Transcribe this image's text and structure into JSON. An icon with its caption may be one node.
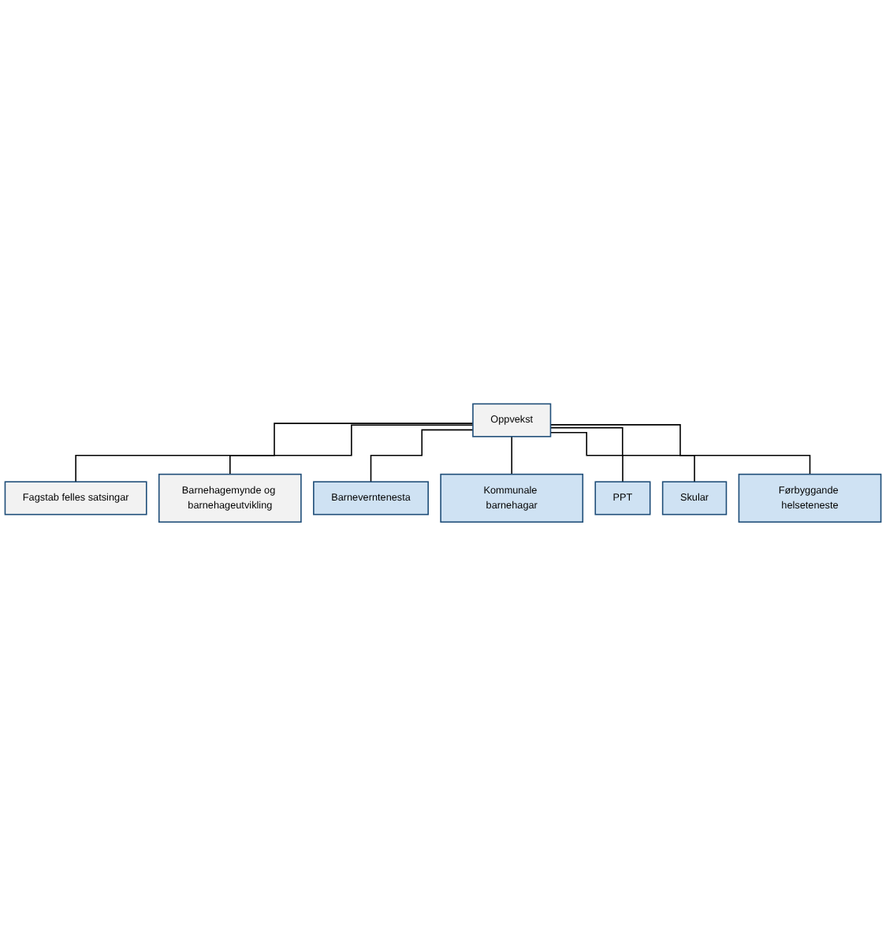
{
  "diagram": {
    "nodes": [
      {
        "text": [
          "Oppvekst"
        ]
      },
      {
        "text": [
          "Fagstab felles satsingar"
        ]
      },
      {
        "text": [
          "Barnehagemynde og barnehageutvikling"
        ]
      },
      {
        "text": [
          "Barneverntenesta"
        ]
      },
      {
        "text": [
          "Kommunale barnehagar"
        ]
      },
      {
        "text": [
          "PPT"
        ]
      },
      {
        "text": [
          "Skular"
        ]
      },
      {
        "text": [
          "Førbyggande helseteneste"
        ]
      }
    ],
    "edges": [
      {
        "from": 0,
        "to": 1,
        "arrow": "none"
      },
      {
        "from": 0,
        "to": 2,
        "arrow": "none"
      },
      {
        "from": 0,
        "to": 3,
        "arrow": "none"
      },
      {
        "from": 0,
        "to": 4,
        "arrow": "none"
      },
      {
        "from": 0,
        "to": 5,
        "arrow": "none"
      },
      {
        "from": 0,
        "to": 6,
        "arrow": "none"
      },
      {
        "from": 0,
        "to": 7,
        "arrow": "none"
      }
    ]
  }
}
